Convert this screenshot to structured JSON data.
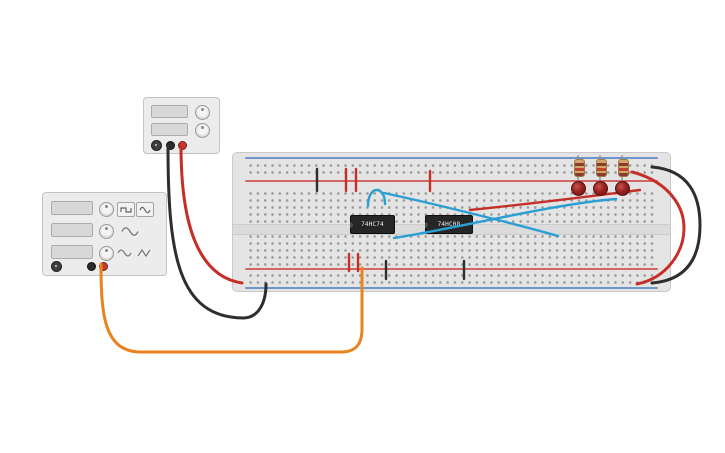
{
  "scene": {
    "background": "#ffffff"
  },
  "breadboard": {
    "colors": {
      "body": "#e4e4e4",
      "hole": "#9b9b9b",
      "positive_rail": "#cf5050",
      "negative_rail": "#5b87c5"
    },
    "ics": [
      {
        "label": "74HC74"
      },
      {
        "label": "74HC08"
      }
    ],
    "leds": [
      {
        "color_name": "red"
      },
      {
        "color_name": "red"
      },
      {
        "color_name": "red"
      }
    ],
    "resistor_count": 3
  },
  "power_supply": {
    "display_values": [
      "",
      ""
    ],
    "terminal_colors": [
      "black",
      "red"
    ]
  },
  "function_generator": {
    "display_values": [
      "",
      "",
      ""
    ],
    "terminal_colors": [
      "black",
      "red"
    ],
    "waveform_icons": [
      "square-wave",
      "sine-wave",
      "triangle-wave"
    ]
  },
  "wires": {
    "red": "#c62f28",
    "black": "#2e2e2e",
    "orange": "#e8831d",
    "blue": "#2b9fd4",
    "resistor_lead": "#8f8f8f"
  }
}
